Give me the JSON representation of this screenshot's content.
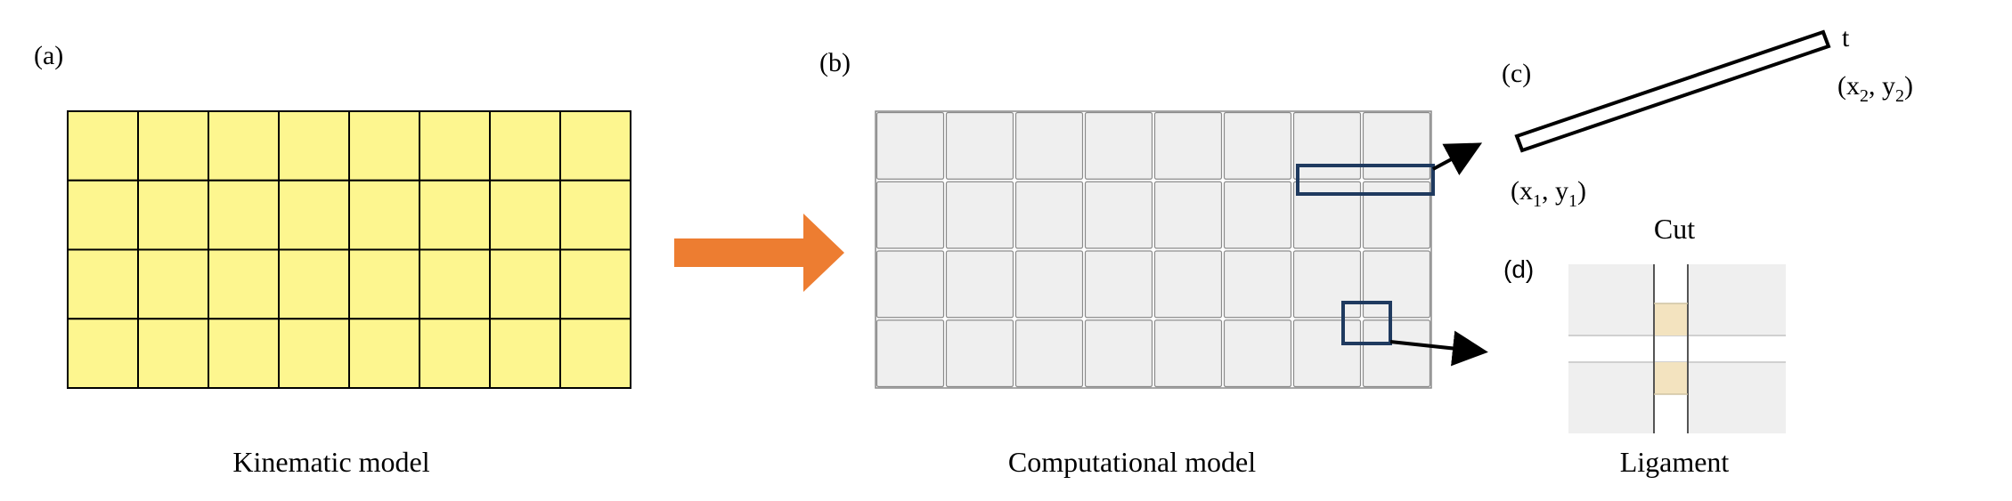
{
  "panels": {
    "a": {
      "label": "(a)",
      "caption": "Kinematic model",
      "rows": 4,
      "cols": 8
    },
    "b": {
      "label": "(b)",
      "caption": "Computational model",
      "rows": 4,
      "cols": 8
    },
    "c": {
      "label": "(c)",
      "thickness_label": "t",
      "point1": {
        "prefix": "(x",
        "sub1": "1",
        "mid": ", y",
        "sub2": "1",
        "suffix": ")"
      },
      "point2": {
        "prefix": "(x",
        "sub1": "2",
        "mid": ", y",
        "sub2": "2",
        "suffix": ")"
      }
    },
    "d": {
      "label": "(d)",
      "top_label": "Cut",
      "caption": "Ligament"
    }
  },
  "colors": {
    "kinematic_fill": "#fdf68f",
    "grid_stroke": "#000000",
    "computational_fill": "#efefef",
    "computational_stroke": "#8a8a8a",
    "highlight_box": "#1f3a5f",
    "transition_arrow": "#ed7d31",
    "ligament_fill": "#f3e3bf",
    "cut_line": "#555555"
  },
  "icons": {
    "transition": "arrow-right-icon",
    "callout": "arrow-icon"
  }
}
